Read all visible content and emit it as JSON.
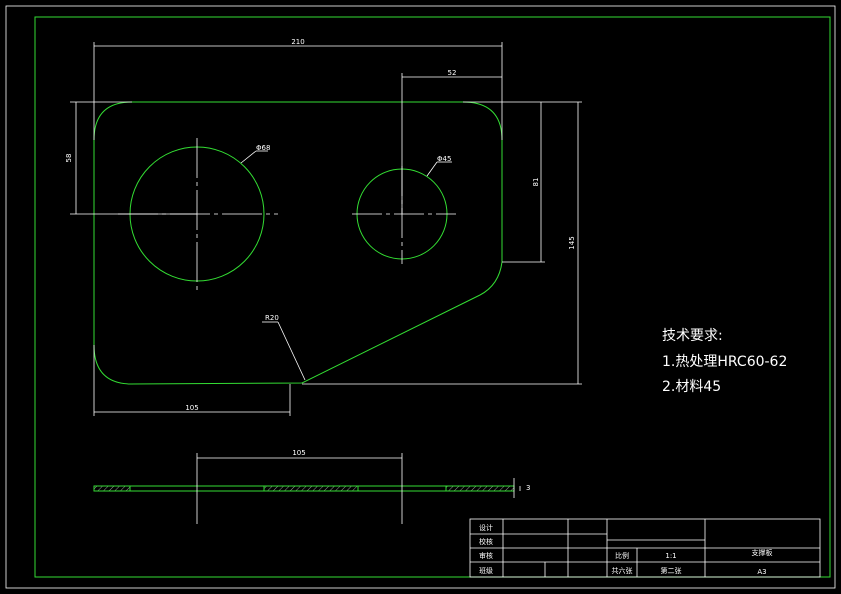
{
  "dimensions": {
    "overall_width": "210",
    "hole_offset": "52",
    "left_height": "58",
    "right_height": "81",
    "total_height": "145",
    "bottom_length": "105",
    "radius": "R20",
    "large_hole": "Φ68",
    "small_hole": "Φ45",
    "section_length": "105",
    "section_thickness": "3"
  },
  "notes": {
    "title": "技术要求:",
    "line1": "1.热处理HRC60-62",
    "line2": "2.材料45"
  },
  "title_block": {
    "row1": "设计",
    "row2": "校核",
    "row3": "审核",
    "row4": "班级",
    "scale_label": "比例",
    "scale_value": "1:1",
    "part_name": "支撑板",
    "sheets_total": "共六张",
    "sheet_num": "第二张",
    "paper_size": "A3"
  },
  "colors": {
    "outline": "#33dd33",
    "dimension": "#ffffff",
    "background": "#000000"
  }
}
